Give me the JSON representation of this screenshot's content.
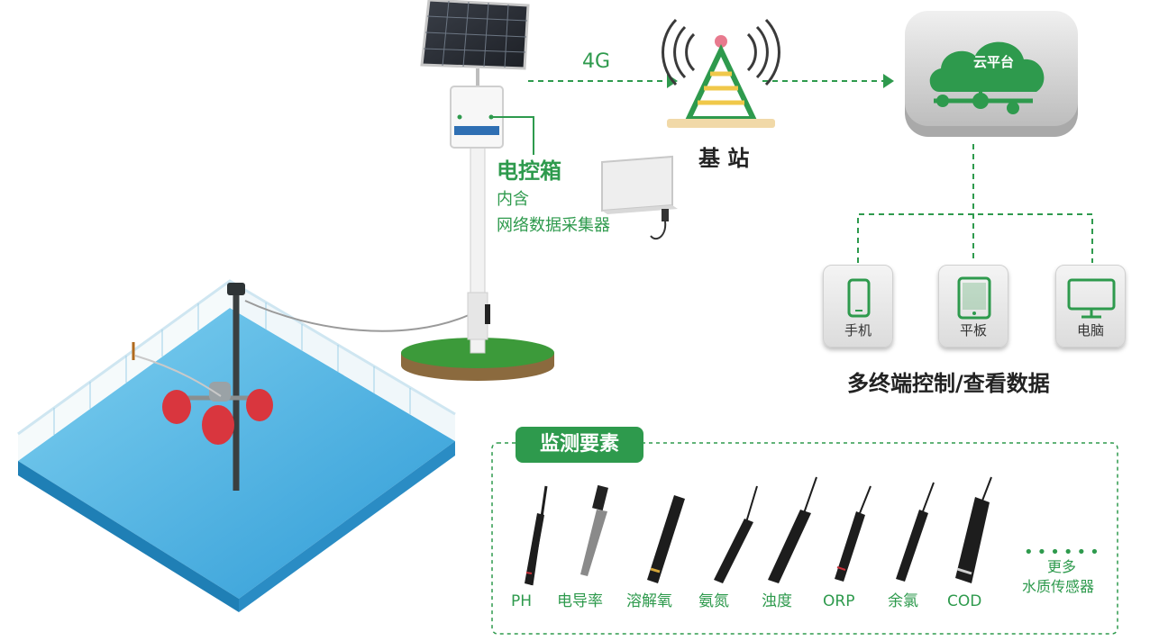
{
  "diagram": {
    "link_label": "4G",
    "base_station_label": "基 站",
    "cloud_label": "云平台",
    "control_box": {
      "title": "电控箱",
      "line1": "内含",
      "line2": "网络数据采集器"
    },
    "terminals": [
      {
        "label": "手机",
        "icon": "phone-icon"
      },
      {
        "label": "平板",
        "icon": "tablet-icon"
      },
      {
        "label": "电脑",
        "icon": "monitor-icon"
      }
    ],
    "terminals_caption": "多终端控制/查看数据",
    "monitoring": {
      "title": "监测要素",
      "sensors": [
        "PH",
        "电导率",
        "溶解氧",
        "氨氮",
        "浊度",
        "ORP",
        "余氯",
        "COD"
      ],
      "more_line1": "更多",
      "more_line2": "水质传感器"
    },
    "colors": {
      "accent_green": "#2e9a4d",
      "water_blue": "#3aa6d8",
      "grass_green": "#3c9a3a"
    }
  }
}
